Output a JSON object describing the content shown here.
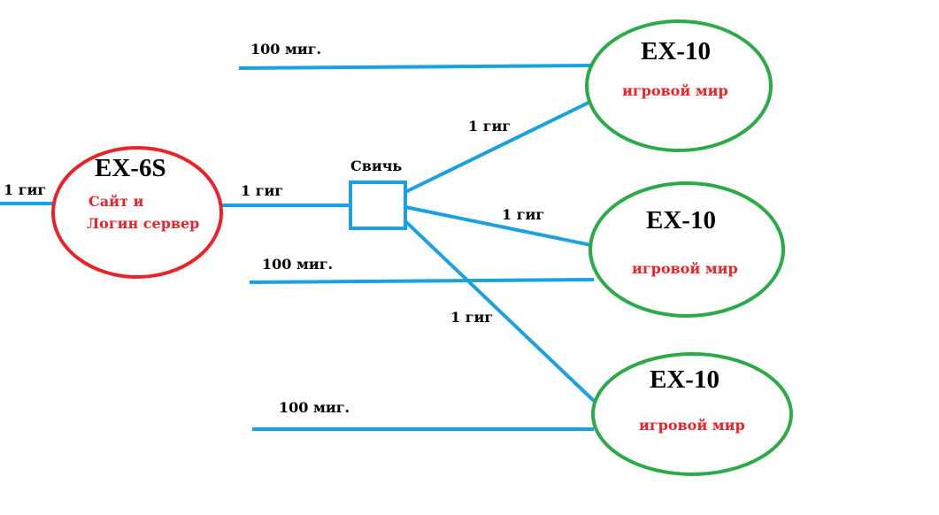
{
  "colors": {
    "link": "#1ba0e2",
    "server_main": "#e8242a",
    "server_game": "#2aab48",
    "text_red": "#e8242a"
  },
  "main_server": {
    "name": "EX-6S",
    "desc_line1": "Сайт и",
    "desc_line2": "Логин сервер"
  },
  "switch": {
    "label": "Свичь"
  },
  "game_servers": [
    {
      "name": "EX-10",
      "desc": "игровой мир"
    },
    {
      "name": "EX-10",
      "desc": "игровой мир"
    },
    {
      "name": "EX-10",
      "desc": "игровой мир"
    }
  ],
  "links": {
    "uplink": "1 гиг",
    "main_to_switch": "1 гиг",
    "switch_to_game1": "1 гиг",
    "switch_to_game2": "1 гиг",
    "switch_to_game3": "1 гиг",
    "ext1": "100 миг.",
    "ext2": "100 миг.",
    "ext3": "100 миг."
  }
}
